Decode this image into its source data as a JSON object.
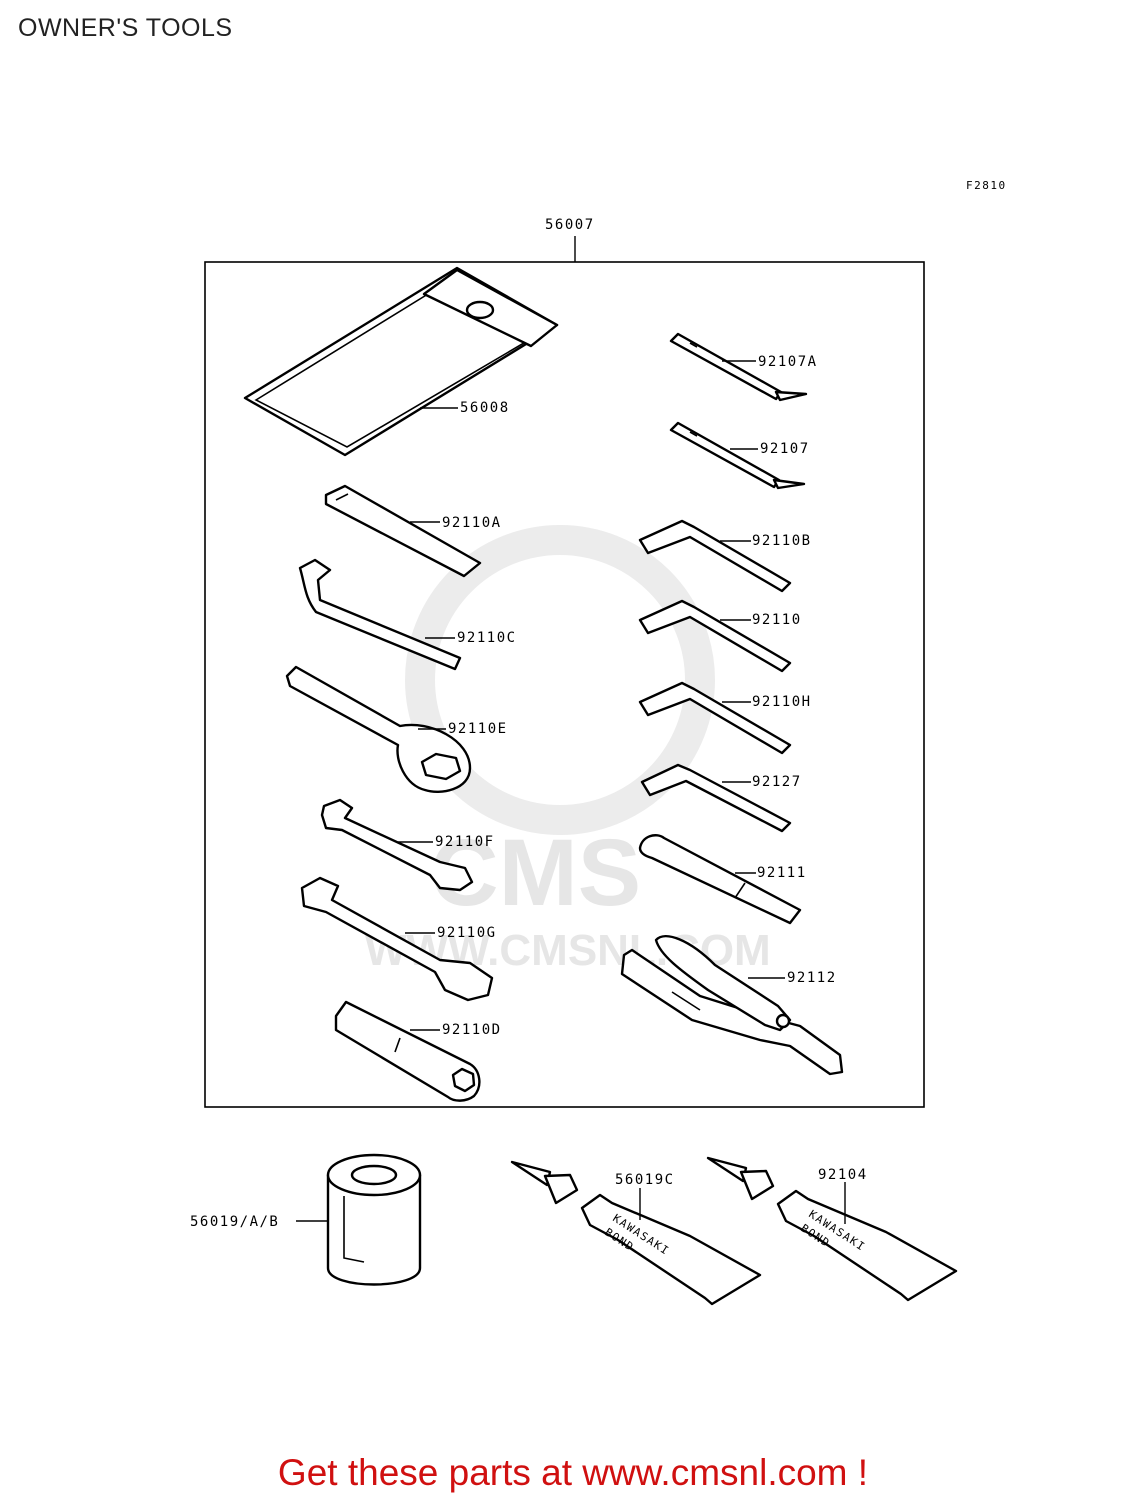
{
  "title": "OWNER'S TOOLS",
  "figure_code": "F2810",
  "kit_label": "56007",
  "labels": {
    "pouch": "56008",
    "screwdriver_a": "92107A",
    "screwdriver": "92107",
    "wrench_a": "92110A",
    "hex_b": "92110B",
    "hook_c": "92110C",
    "hex": "92110",
    "ring_e": "92110E",
    "hex_h": "92110H",
    "hex_92127": "92127",
    "wrench_f": "92110F",
    "handle": "92111",
    "wrench_g": "92110G",
    "pliers": "92112",
    "socket_d": "92110D",
    "oil_filter": "56019/A/B",
    "bond_c": "56019C",
    "bond": "92104"
  },
  "tube_text": [
    "KAWASAKI",
    "BOND"
  ],
  "watermark": {
    "brand": "CMS",
    "url": "WWW.CMSNL.COM"
  },
  "footer": "Get these parts at www.cmsnl.com !"
}
